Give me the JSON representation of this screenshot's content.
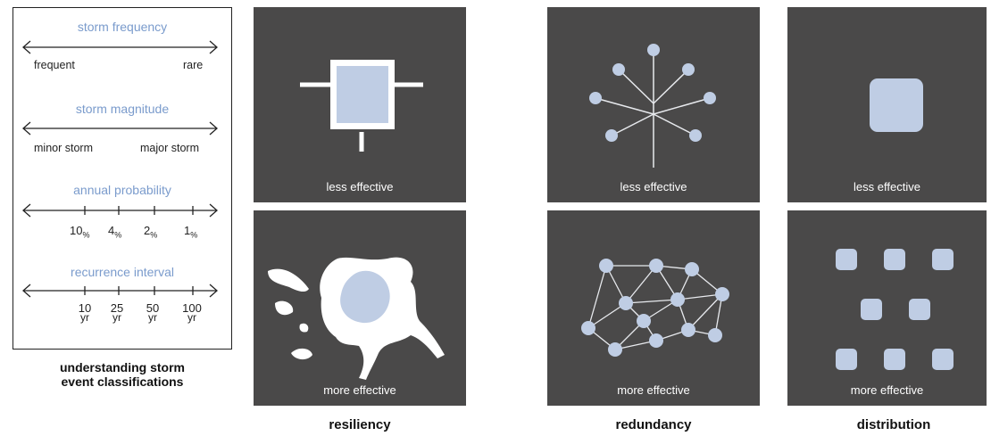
{
  "legend": {
    "rows": [
      {
        "title": "storm frequency",
        "left": "frequent",
        "right": "rare"
      },
      {
        "title": "storm magnitude",
        "left": "minor storm",
        "right": "major storm"
      },
      {
        "title": "annual probability",
        "ticks": [
          "10",
          "4",
          "2",
          "1"
        ],
        "unit": "%"
      },
      {
        "title": "recurrence interval",
        "ticks": [
          "10",
          "25",
          "50",
          "100"
        ],
        "unit": "yr"
      }
    ],
    "caption_line1": "understanding storm",
    "caption_line2": "event classifications"
  },
  "columns": [
    {
      "title": "resiliency",
      "top_label": "less effective",
      "bottom_label": "more effective"
    },
    {
      "title": "redundancy",
      "top_label": "less effective",
      "bottom_label": "more effective"
    },
    {
      "title": "distribution",
      "top_label": "less effective",
      "bottom_label": "more effective"
    }
  ],
  "colors": {
    "panel": "#4a4949",
    "shape": "#bfcde4",
    "accent": "#7a9bcc"
  }
}
